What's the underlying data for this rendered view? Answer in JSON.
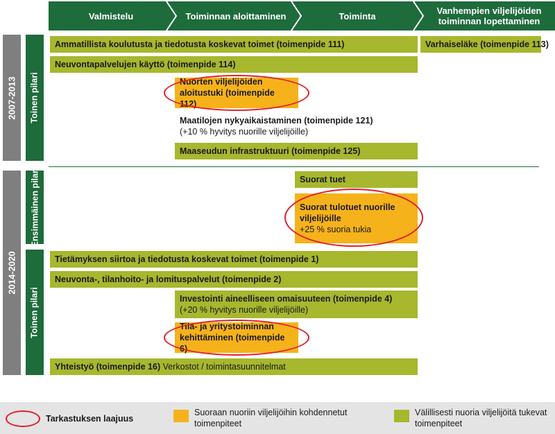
{
  "colors": {
    "phase_green": "#1e6b3b",
    "period_grey": "#7f7f7f",
    "olive": "#a7b72e",
    "orange": "#f6b21b",
    "scope_red": "#e0202a"
  },
  "phases": [
    "Valmistelu",
    "Toiminnan aloittaminen",
    "Toiminta",
    "Vanhempien viljelijöiden toiminnan lopettaminen"
  ],
  "periods": {
    "p1": "2007-2013",
    "p2": "2014-2020"
  },
  "pillars": {
    "p1_second": "Toinen pilari",
    "p2_first": "Ensimmäinen pilari",
    "p2_second": "Toinen pilari"
  },
  "measures_2007": {
    "m111": "Ammatillista koulutusta ja tiedotusta koskevat toimet (toimenpide 111)",
    "m113": "Varhaiseläke (toimenpide 113)",
    "m114": "Neuvontapalvelujen käyttö (toimenpide 114)",
    "m112_line1": "Nuorten viljelijöiden",
    "m112_line2": "aloitustuki (toimenpide 112)",
    "m121_line1": "Maatilojen nykyaikaistaminen (toimenpide 121)",
    "m121_line2": "(+10 % hyvitys nuorille viljelijöille)",
    "m125": "Maaseudun infrastruktuuri (toimenpide 125)"
  },
  "pillar1_2014": {
    "direct": "Suorat tuet",
    "young_line1": "Suorat tulotuet nuorille",
    "young_line2": "viljelijöille",
    "young_line3": "+25 % suoria tukia"
  },
  "measures_2014": {
    "m1": "Tietämyksen siirtoa ja tiedotusta koskevat toimet (toimenpide 1)",
    "m2": "Neuvonta-, tilanhoito- ja lomituspalvelut (toimenpide 2)",
    "m4_line1": "Investointi aineelliseen omaisuuteen (toimenpide 4)",
    "m4_line2": "(+20 % hyvitys nuorille viljelijöille)",
    "m6_line1": "Tila- ja yritystoiminnan",
    "m6_line2": "kehittäminen (toimenpide 6)",
    "m16_bold": "Yhteistyö (toimenpide 16)",
    "m16_rest": " Verkostot / toimintasuunnitelmat"
  },
  "legend": {
    "scope": "Tarkastuksen laajuus",
    "direct_line1": "Suoraan nuoriin viljelijöihin kohdennetut",
    "direct_line2": "toimenpiteet",
    "indirect_line1": "Välillisesti nuoria viljelijöitä tukevat",
    "indirect_line2": "toimenpiteet"
  }
}
